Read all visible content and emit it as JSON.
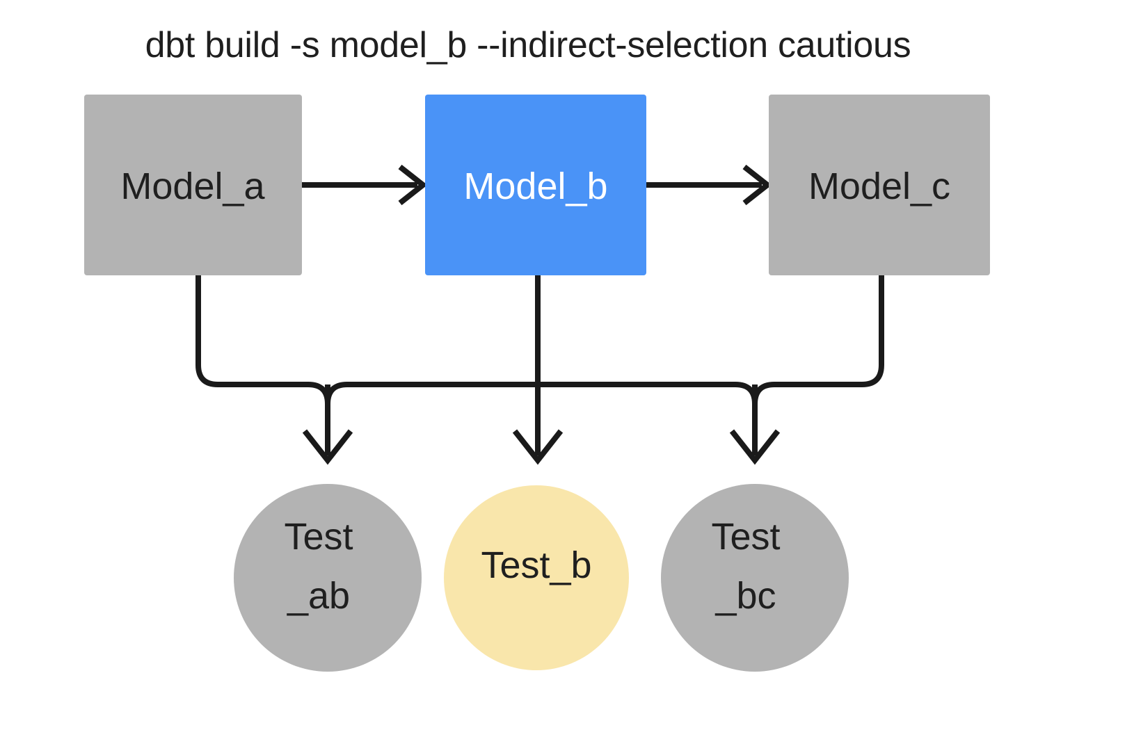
{
  "diagram": {
    "title": "dbt build -s model_b --indirect-selection cautious",
    "colors": {
      "background": "#ffffff",
      "neutral_node": "#b3b3b3",
      "selected_node": "#4a93f7",
      "indirect_node": "#f9e6ab",
      "edge": "#1a1a1a",
      "text_dark": "#1f1f1f",
      "text_light": "#ffffff"
    },
    "models": [
      {
        "id": "model_a",
        "label": "Model_a",
        "fill": "#b3b3b3",
        "text_color": "#1f1f1f",
        "state": "not-selected"
      },
      {
        "id": "model_b",
        "label": "Model_b",
        "fill": "#4a93f7",
        "text_color": "#ffffff",
        "state": "selected"
      },
      {
        "id": "model_c",
        "label": "Model_c",
        "fill": "#b3b3b3",
        "text_color": "#1f1f1f",
        "state": "not-selected"
      }
    ],
    "tests": [
      {
        "id": "test_ab",
        "label_line1": "Test",
        "label_line2": "_ab",
        "label": "Test_ab",
        "fill": "#b3b3b3",
        "state": "not-run"
      },
      {
        "id": "test_b",
        "label_line1": "Test_b",
        "label_line2": "",
        "label": "Test_b",
        "fill": "#f9e6ab",
        "state": "run"
      },
      {
        "id": "test_bc",
        "label_line1": "Test",
        "label_line2": "_bc",
        "label": "Test_bc",
        "fill": "#b3b3b3",
        "state": "not-run"
      }
    ],
    "edges": [
      {
        "from": "model_a",
        "to": "model_b",
        "kind": "model-to-model"
      },
      {
        "from": "model_b",
        "to": "model_c",
        "kind": "model-to-model"
      },
      {
        "from": "model_a",
        "to": "test_ab",
        "kind": "model-to-test"
      },
      {
        "from": "model_b",
        "to": "test_ab",
        "kind": "model-to-test"
      },
      {
        "from": "model_b",
        "to": "test_b",
        "kind": "model-to-test"
      },
      {
        "from": "model_b",
        "to": "test_bc",
        "kind": "model-to-test"
      },
      {
        "from": "model_c",
        "to": "test_bc",
        "kind": "model-to-test"
      }
    ]
  }
}
